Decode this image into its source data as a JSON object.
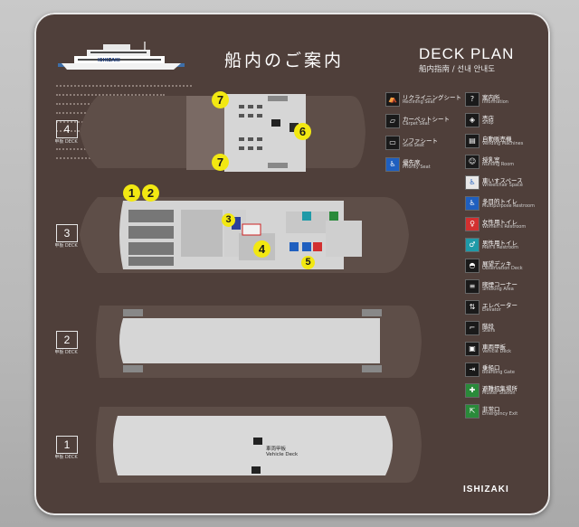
{
  "header": {
    "title_jp": "船内のご案内",
    "title_en": "DECK PLAN",
    "subtitle": "船内指南 / 선내 안내도",
    "ship_name": "ISHIZAKI"
  },
  "footer": {
    "brand": "ISHIZAKI"
  },
  "decks": [
    {
      "number": "4",
      "caption": "甲板 DECK"
    },
    {
      "number": "3",
      "caption": "甲板 DECK"
    },
    {
      "number": "2",
      "caption": "甲板 DECK"
    },
    {
      "number": "1",
      "caption": "甲板 DECK"
    }
  ],
  "deck1_center": {
    "label_jp": "車両甲板",
    "label_en": "Vehicle Deck"
  },
  "markers": [
    {
      "label": "7",
      "deck": "4"
    },
    {
      "label": "6",
      "deck": "4"
    },
    {
      "label": "7",
      "deck": "4"
    },
    {
      "label": "1",
      "deck": "3"
    },
    {
      "label": "2",
      "deck": "3"
    },
    {
      "label": "3",
      "deck": "3"
    },
    {
      "label": "4",
      "deck": "3"
    },
    {
      "label": "5",
      "deck": "3"
    }
  ],
  "legend_left": [
    {
      "icon": "reclining-seat-icon",
      "glyph": "⛺",
      "jp": "リクライニングシート",
      "en": "Reclining Seat"
    },
    {
      "icon": "carpet-seat-icon",
      "glyph": "▱",
      "jp": "カーペットシート",
      "en": "Carpet Seat"
    },
    {
      "icon": "sofa-seat-icon",
      "glyph": "▭",
      "jp": "ソファシート",
      "en": "Sofa Seat"
    },
    {
      "icon": "priority-seat-icon",
      "glyph": "♿",
      "jp": "優先席",
      "en": "Priority Seat"
    }
  ],
  "legend_right": [
    {
      "icon": "information-icon",
      "glyph": "?",
      "jp": "案内所",
      "en": "Information"
    },
    {
      "icon": "shop-icon",
      "glyph": "◈",
      "jp": "売店",
      "en": "Shop"
    },
    {
      "icon": "vending-machine-icon",
      "glyph": "▤",
      "jp": "自動販売機",
      "en": "Vending Machines"
    },
    {
      "icon": "nursing-room-icon",
      "glyph": "☺",
      "jp": "授乳室",
      "en": "Nursing Room"
    },
    {
      "icon": "wheelchair-space-icon",
      "glyph": "♿",
      "jp": "車いすスペース",
      "en": "Wheelchair Space"
    },
    {
      "icon": "multipurpose-restroom-icon",
      "glyph": "♿",
      "jp": "多目的トイレ",
      "en": "Multipurpose Restroom"
    },
    {
      "icon": "womens-restroom-icon",
      "glyph": "♀",
      "jp": "女性用トイレ",
      "en": "Women's Restroom"
    },
    {
      "icon": "mens-restroom-icon",
      "glyph": "♂",
      "jp": "男性用トイレ",
      "en": "Men's Restroom"
    },
    {
      "icon": "observation-deck-icon",
      "glyph": "◓",
      "jp": "展望デッキ",
      "en": "Observation Deck"
    },
    {
      "icon": "smoking-area-icon",
      "glyph": "≡",
      "jp": "喫煙コーナー",
      "en": "Smoking Area"
    },
    {
      "icon": "elevator-icon",
      "glyph": "⇅",
      "jp": "エレベーター",
      "en": "Elevator"
    },
    {
      "icon": "stairs-icon",
      "glyph": "⌐",
      "jp": "階段",
      "en": "Stairs"
    },
    {
      "icon": "vehicle-deck-icon",
      "glyph": "▣",
      "jp": "車両甲板",
      "en": "Vehicle Deck"
    },
    {
      "icon": "boarding-gate-icon",
      "glyph": "⇥",
      "jp": "乗船口",
      "en": "Boarding Gate"
    },
    {
      "icon": "muster-station-icon",
      "glyph": "✚",
      "jp": "避難招集場所",
      "en": "Muster Station"
    },
    {
      "icon": "emergency-exit-icon",
      "glyph": "⇱",
      "jp": "非常口",
      "en": "Emergency Exit"
    }
  ],
  "colors": {
    "board": "#4f3f3a",
    "hull": "#7a6a64",
    "deck_floor": "#d8d8d8",
    "marker": "#f2e812"
  }
}
